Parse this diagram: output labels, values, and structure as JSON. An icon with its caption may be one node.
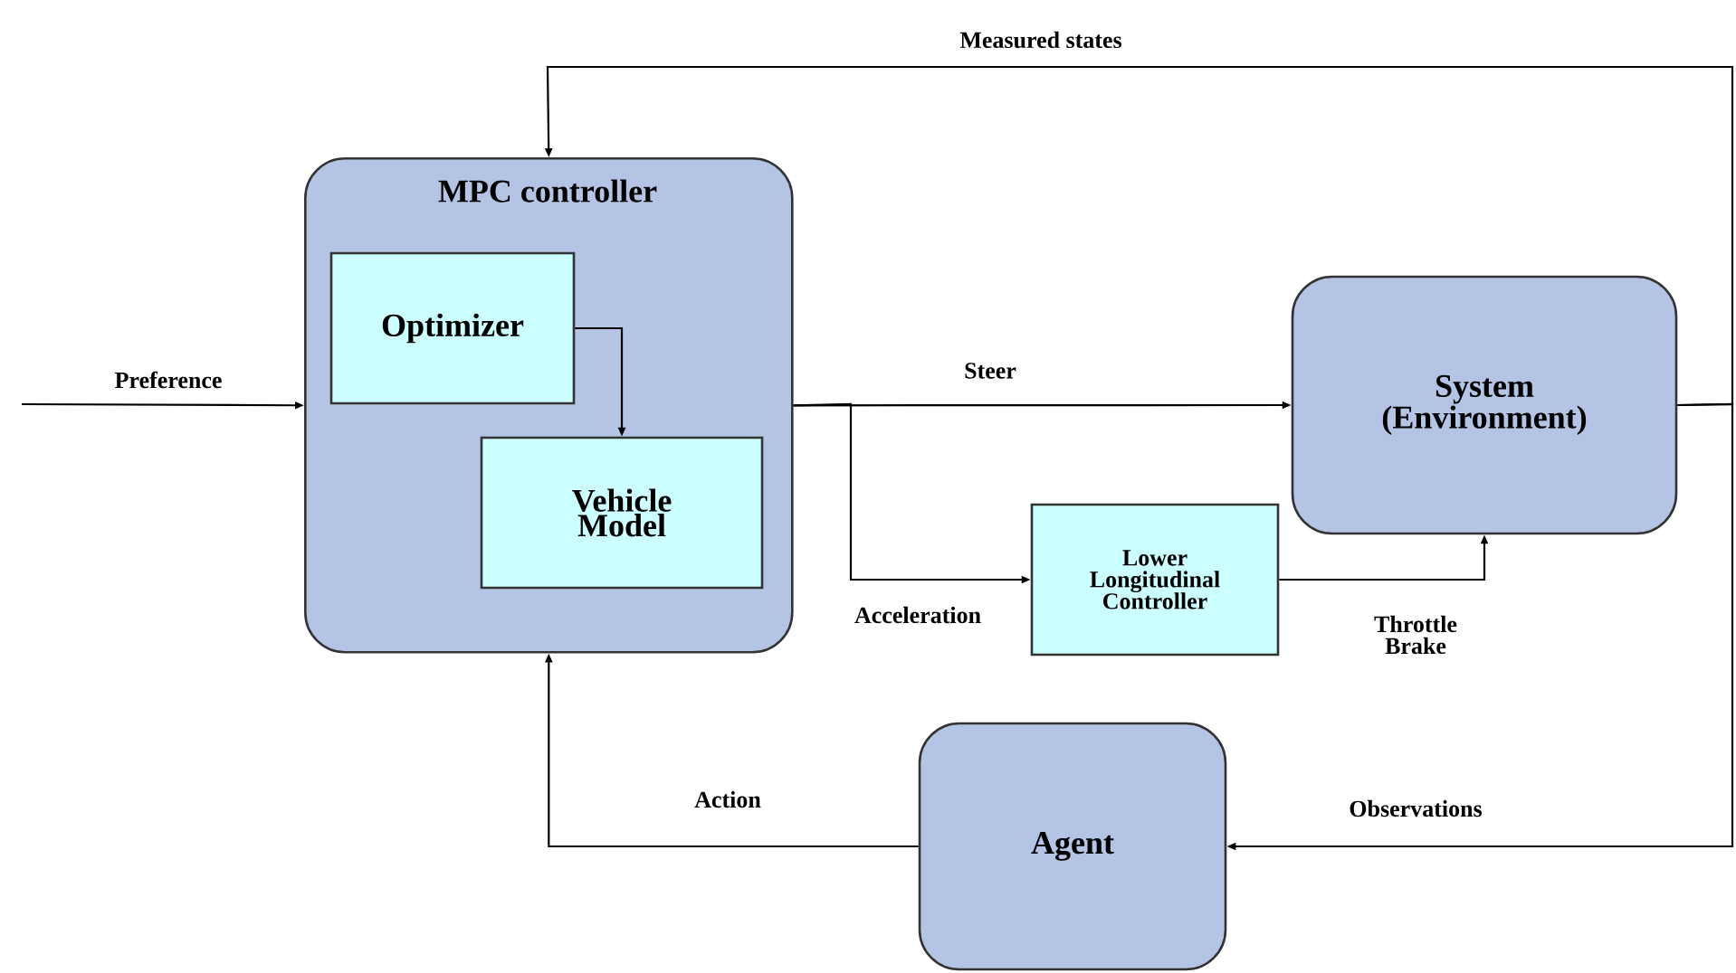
{
  "diagram": {
    "nodes": [
      {
        "text": [
          "MPC controller"
        ]
      },
      {
        "text": [
          "Optimizer"
        ],
        "in": 0
      },
      {
        "text": [
          "Vehicle Model"
        ],
        "in": 0
      },
      {
        "text": [
          "System (Environment)"
        ]
      },
      {
        "text": [
          "Lower Longitudinal Controller"
        ]
      },
      {
        "text": [
          "Agent"
        ]
      }
    ],
    "edges": [
      {
        "from": null,
        "to": 0,
        "arrow": "to",
        "label": "Preference"
      },
      {
        "from": 1,
        "to": 2,
        "arrow": "to"
      },
      {
        "from": 0,
        "to": 3,
        "arrow": "to",
        "label": "Steer"
      },
      {
        "from": 0,
        "to": 4,
        "arrow": "to",
        "label": "Acceleration"
      },
      {
        "from": 4,
        "to": 3,
        "arrow": "to",
        "label": "Throttle Brake"
      },
      {
        "from": 3,
        "to": 0,
        "arrow": "to",
        "label": "Measured states"
      },
      {
        "from": 3,
        "to": 5,
        "arrow": "to",
        "label": "Observations"
      },
      {
        "from": 5,
        "to": 0,
        "arrow": "to",
        "label": "Action"
      }
    ]
  }
}
